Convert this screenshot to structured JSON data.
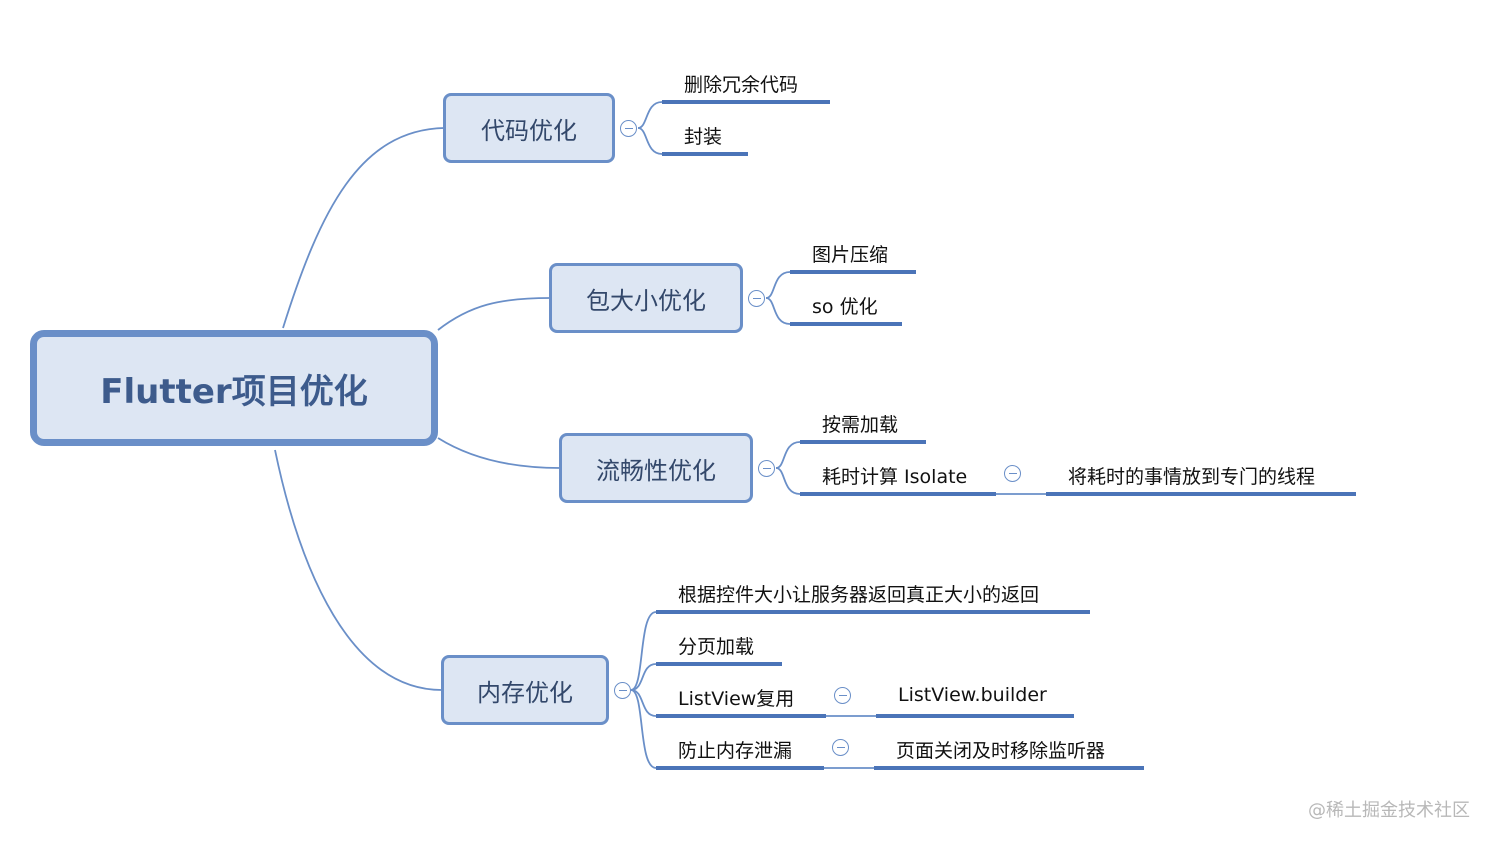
{
  "root": {
    "label": "Flutter项目优化"
  },
  "branches": [
    {
      "label": "代码优化",
      "leaves": [
        "删除冗余代码",
        "封装"
      ]
    },
    {
      "label": "包大小优化",
      "leaves": [
        "图片压缩",
        "so 优化"
      ]
    },
    {
      "label": "流畅性优化",
      "leaves": [
        "按需加载",
        "耗时计算 Isolate"
      ],
      "sub": {
        "parent": "耗时计算 Isolate",
        "child": "将耗时的事情放到专门的线程"
      }
    },
    {
      "label": "内存优化",
      "leaves": [
        "根据控件大小让服务器返回真正大小的返回",
        "分页加载",
        "ListView复用",
        "防止内存泄漏"
      ],
      "subs": [
        {
          "parent": "ListView复用",
          "child": "ListView.builder"
        },
        {
          "parent": "防止内存泄漏",
          "child": "页面关闭及时移除监听器"
        }
      ]
    }
  ],
  "watermark": "@稀土掘金技术社区",
  "colors": {
    "node_border": "#6a8fc8",
    "node_fill": "#dde6f3",
    "underline": "#4b74b8",
    "connector": "#6a8fc8"
  }
}
